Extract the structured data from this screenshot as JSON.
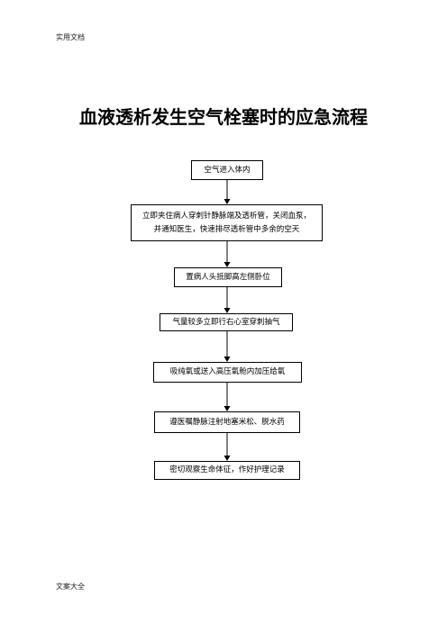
{
  "header": {
    "text": "实用文档"
  },
  "title": "血液透析发生空气栓塞时的应急流程",
  "flow": {
    "step1": "空气进入体内",
    "step2_line1": "立即夹住病人穿刺针静脉端及透析管，关闭血泵，",
    "step2_line2": "并通知医生，快速排尽透析管中多余的空天",
    "step3": "置病人头抵脚高左侧卧位",
    "step4": "气量较多立即行右心室穿刺抽气",
    "step5": "吸纯氧或送入高压氧舱内加压给氧",
    "step6": "遵医嘱静脉注射地塞米松、脱水药",
    "step7": "密切观察生命体征，作好护理记录"
  },
  "footer": {
    "text": "文案大全"
  }
}
